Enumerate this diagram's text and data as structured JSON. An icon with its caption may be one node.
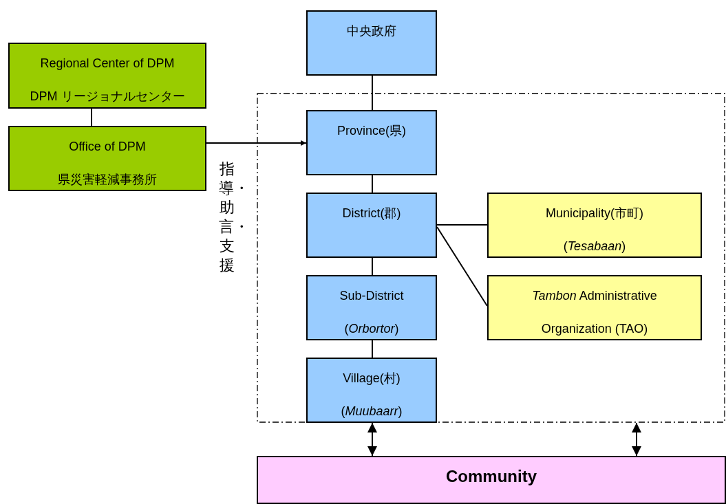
{
  "diagram": {
    "nodes": [
      {
        "text": [
          "中央政府"
        ]
      },
      {
        "text": [
          "Regional Center of DPM",
          "DPM リージョナルセンター"
        ]
      },
      {
        "text": [
          "Office of DPM",
          "県災害軽減事務所"
        ]
      },
      {
        "text": [],
        "shape": "box"
      },
      {
        "text": [
          "Province(県)"
        ],
        "in": 3
      },
      {
        "text": [
          "District(郡)"
        ],
        "in": 3
      },
      {
        "text": [
          "Sub-District",
          "(*Orbortor*)"
        ],
        "in": 3
      },
      {
        "text": [
          "Village(村)",
          "(*Muubaarr*)"
        ],
        "in": 3
      },
      {
        "text": [
          "Municipality(市町)",
          "(*Tesabaan*)"
        ],
        "in": 3
      },
      {
        "text": [
          "*Tambon* Administrative Organization (TAO)"
        ],
        "in": 3
      },
      {
        "text": [
          "Community"
        ]
      }
    ],
    "edges": [
      {
        "from": 0,
        "to": 4,
        "arrow": "none"
      },
      {
        "from": 1,
        "to": 2,
        "arrow": "none"
      },
      {
        "from": 2,
        "to": 4,
        "arrow": "to",
        "label": "指導・助言・支援"
      },
      {
        "from": 4,
        "to": 5,
        "arrow": "none"
      },
      {
        "from": 5,
        "to": 6,
        "arrow": "none"
      },
      {
        "from": 6,
        "to": 7,
        "arrow": "none"
      },
      {
        "from": 5,
        "to": 8,
        "arrow": "none"
      },
      {
        "from": 5,
        "to": 9,
        "arrow": "none"
      },
      {
        "from": 7,
        "to": 10,
        "arrow": "both"
      },
      {
        "from": 3,
        "to": 10,
        "arrow": "both"
      }
    ]
  }
}
